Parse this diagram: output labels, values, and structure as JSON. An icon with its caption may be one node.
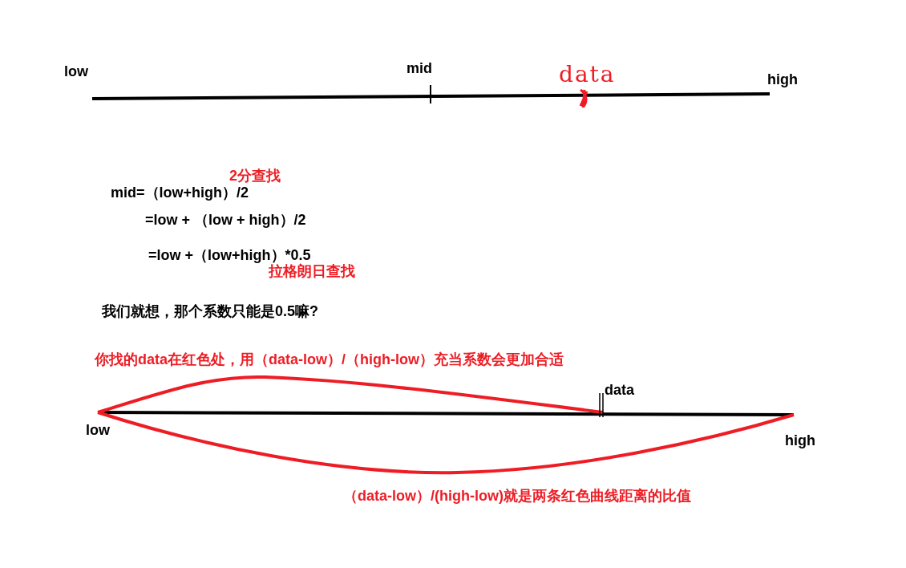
{
  "diagram": {
    "labels": [
      "low",
      "mid",
      "data",
      "high",
      "2分查找",
      "mid=（low+high）/2",
      "=low + （low + high）/2",
      "=low +（low+high）*0.5",
      "拉格朗日查找",
      "我们就想，那个系数只能是0.5嘛?",
      "你找的data在红色处，用（data-low）/（high-low）充当系数会更加合适",
      "data",
      "low",
      "high",
      "（data-low）/(high-low)就是两条红色曲线距离的比值"
    ]
  }
}
